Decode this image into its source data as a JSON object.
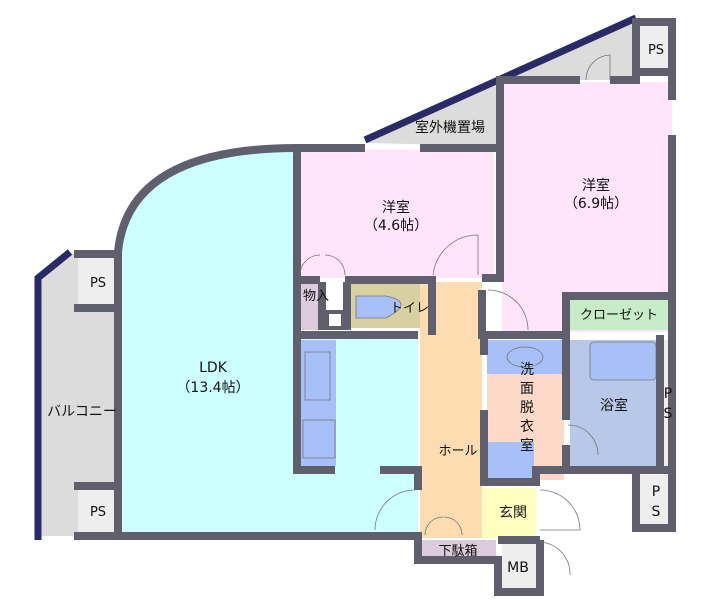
{
  "plan": {
    "rooms": {
      "ldk": {
        "name": "LDK",
        "size": "（13.4帖）"
      },
      "western_small": {
        "name": "洋室",
        "size": "（4.6帖）"
      },
      "western_large": {
        "name": "洋室",
        "size": "（6.9帖）"
      },
      "balcony": "バルコニー",
      "outdoor_unit": "室外機置場",
      "storage": "物入",
      "toilet": "トイレ",
      "closet": "クローゼット",
      "washroom": [
        "洗",
        "面",
        "脱",
        "衣",
        "室"
      ],
      "bath": "浴室",
      "hall": "ホール",
      "entrance": "玄関",
      "shoe_cabinet": "下駄箱",
      "mb": "MB",
      "ps": "PS",
      "ps_v": [
        "P",
        "S"
      ]
    },
    "colors": {
      "ldk": "#ccffff",
      "western": "#ffe4fa",
      "balcony": "#dcdcdc",
      "storage": "#dccbdc",
      "toilet": "#d8d0a0",
      "closet": "#c8ecc8",
      "hall": "#fcdcb0",
      "washroom": "#fcd8c8",
      "fixture": "#a8c0f8",
      "bath": "#b8c8e8",
      "entrance": "#ffffc0",
      "wall": "#5f5f6e",
      "outer_edge": "#2a2a66"
    }
  }
}
